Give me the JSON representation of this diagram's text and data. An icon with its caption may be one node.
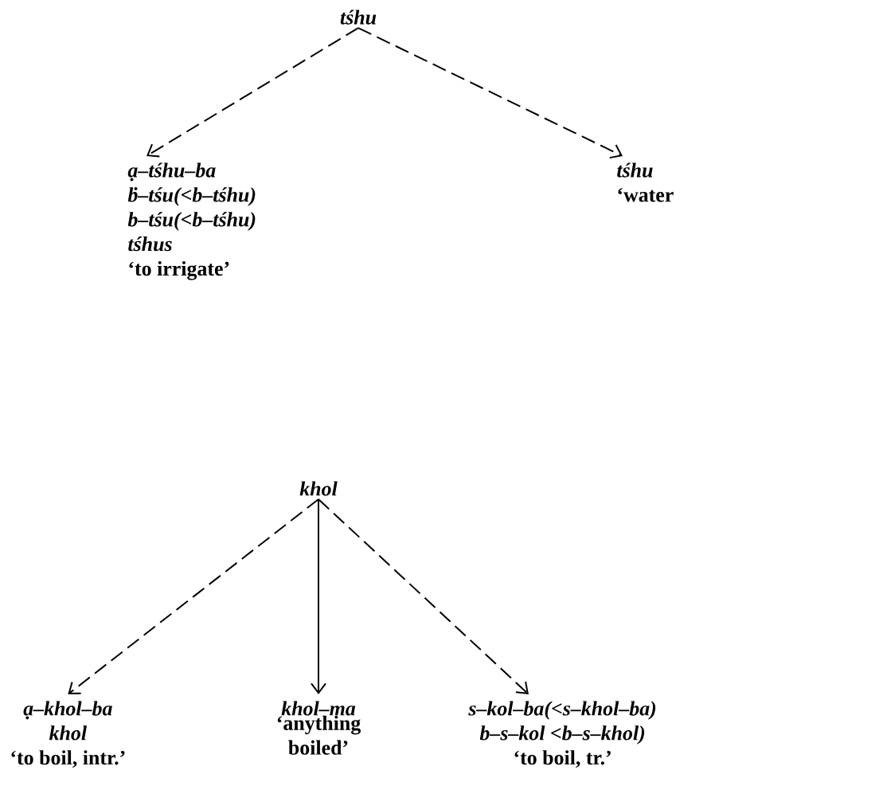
{
  "diagram": {
    "nodes": [
      {
        "text": [
          "tśhu"
        ]
      },
      {
        "text": [
          "ạ–tśhu–ba",
          "ḃ–tśu(<b–tśhu)",
          "b–tśu(<b–tśhu)",
          "tśhus",
          "‘to irrigate’"
        ]
      },
      {
        "text": [
          "tśhu",
          "‘water"
        ]
      },
      {
        "text": [
          "khol"
        ]
      },
      {
        "text": [
          "ạ–khol–ba",
          "khol",
          "‘to boil, intr.’"
        ]
      },
      {
        "text": [
          "khol–ma",
          "‘anything boiled’"
        ]
      },
      {
        "text": [
          "s–kol–ba(<s–khol–ba)",
          "b–s–kol <b–s–khol)",
          "‘to boil, tr.’"
        ]
      }
    ],
    "edges": [
      {
        "from": 0,
        "to": 1,
        "arrow": "to",
        "style": "dashed"
      },
      {
        "from": 0,
        "to": 2,
        "arrow": "to",
        "style": "dashed"
      },
      {
        "from": 3,
        "to": 4,
        "arrow": "to",
        "style": "dashed"
      },
      {
        "from": 3,
        "to": 5,
        "arrow": "to"
      },
      {
        "from": 3,
        "to": 6,
        "arrow": "to",
        "style": "dashed"
      }
    ]
  }
}
